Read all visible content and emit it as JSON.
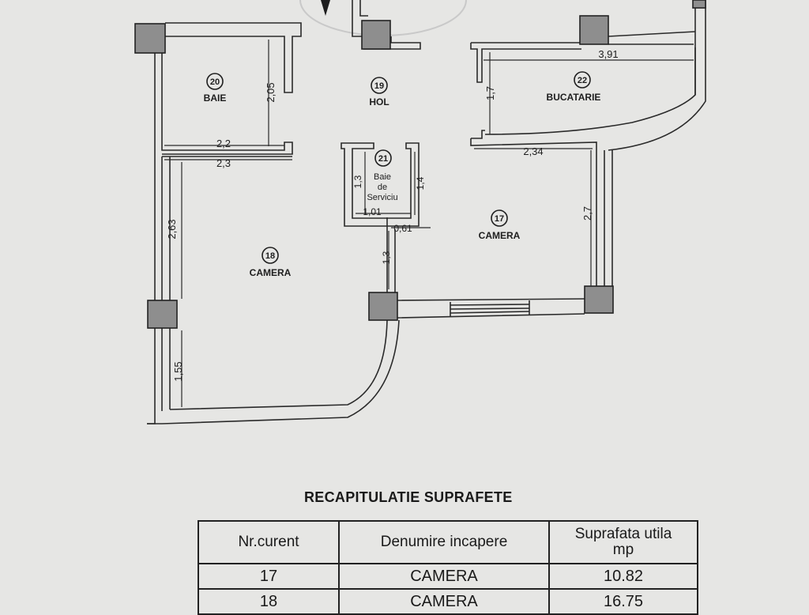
{
  "plan": {
    "rooms": [
      {
        "number": "17",
        "name": "CAMERA"
      },
      {
        "number": "18",
        "name": "CAMERA"
      },
      {
        "number": "19",
        "name": "HOL"
      },
      {
        "number": "20",
        "name": "BAIE"
      },
      {
        "number": "21",
        "name_lines": [
          "Baie",
          "de",
          "Serviciu"
        ]
      },
      {
        "number": "22",
        "name": "BUCATARIE"
      }
    ],
    "dimensions": [
      "2,05",
      "2,2",
      "2,3",
      "2,63",
      "1,55",
      "1,3",
      "1,4",
      "1,01",
      "0,61",
      "1,3",
      "2,34",
      "2,7",
      "3,91",
      "1,7"
    ]
  },
  "summary": {
    "title": "RECAPITULATIE SUPRAFETE",
    "headers": [
      "Nr.curent",
      "Denumire incapere",
      "Suprafata utila",
      "mp"
    ],
    "rows": [
      {
        "nr": "17",
        "name": "CAMERA",
        "area": "10.82"
      },
      {
        "nr": "18",
        "name": "CAMERA",
        "area": "16.75"
      }
    ]
  },
  "colors": {
    "paper": "#e6e6e4",
    "ink": "#1e1e1e",
    "column_fill": "#8e8e8e"
  }
}
